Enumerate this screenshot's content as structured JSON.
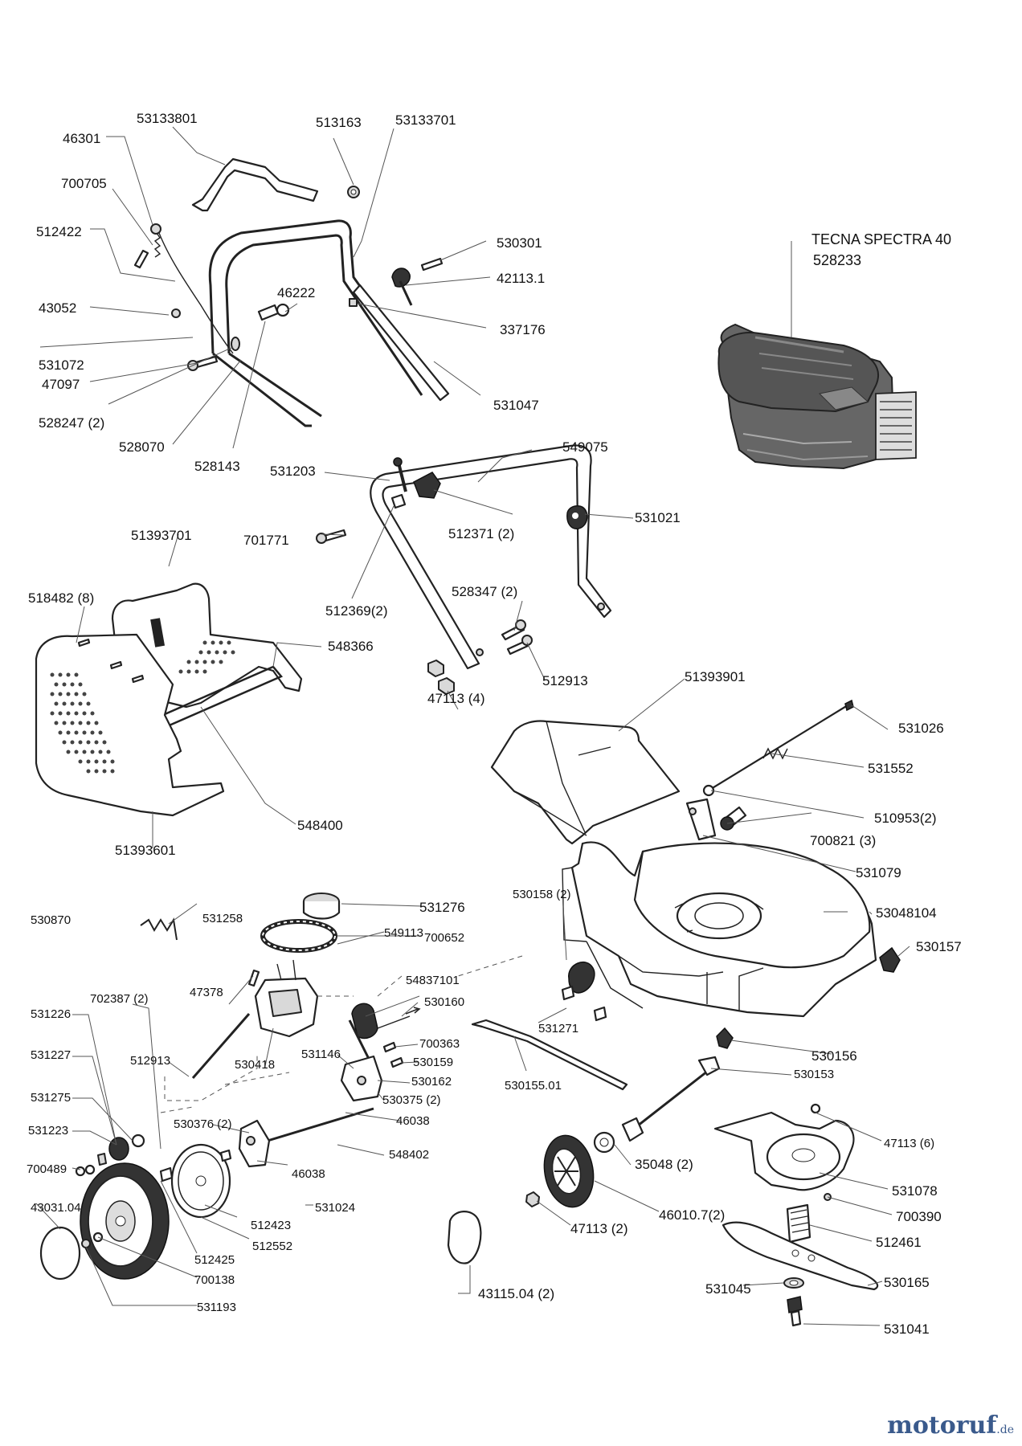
{
  "engine": {
    "model": "TECNA SPECTRA 40",
    "number": "528233"
  },
  "labels": {
    "l53133801": "53133801",
    "l513163": "513163",
    "l53133701": "53133701",
    "l46301": "46301",
    "l700705": "700705",
    "l512422": "512422",
    "l530301": "530301",
    "l42113_1": "42113.1",
    "l46222": "46222",
    "l43052": "43052",
    "l337176": "337176",
    "l531072": "531072",
    "l47097": "47097",
    "l528247": "528247 (2)",
    "l531047": "531047",
    "l528070": "528070",
    "l528143": "528143",
    "l531203": "531203",
    "l549075": "549075",
    "l51393701": "51393701",
    "l701771": "701771",
    "l512371": "512371 (2)",
    "l531021": "531021",
    "l518482": "518482 (8)",
    "l512369": "512369(2)",
    "l528347": "528347 (2)",
    "l548366": "548366",
    "l512913a": "512913",
    "l51393901": "51393901",
    "l47113_4": "47113 (4)",
    "l531026": "531026",
    "l531552": "531552",
    "l548400": "548400",
    "l510953": "510953(2)",
    "l51393601": "51393601",
    "l700821": "700821 (3)",
    "l531079": "531079",
    "l531276": "531276",
    "l530158": "530158 (2)",
    "l530870": "530870",
    "l531258": "531258",
    "l53048104": "53048104",
    "l700652": "700652",
    "l530157": "530157",
    "l549113": "549113",
    "l54837101": "54837101",
    "l702387": "702387 (2)",
    "l47378": "47378",
    "l530160": "530160",
    "l531226": "531226",
    "l531271": "531271",
    "l700363": "700363",
    "l530156": "530156",
    "l531146": "531146",
    "l530159": "530159",
    "l531227": "531227",
    "l512913b": "512913",
    "l530418": "530418",
    "l530162": "530162",
    "l530153": "530153",
    "l530155_01": "530155.01",
    "l531275": "531275",
    "l530375": "530375 (2)",
    "l46038a": "46038",
    "l531223": "531223",
    "l530376": "530376 (2)",
    "l47113_6": "47113 (6)",
    "l548402": "548402",
    "l35048": "35048 (2)",
    "l700489": "700489",
    "l46038b": "46038",
    "l531078": "531078",
    "l43031_04": "43031.04",
    "l531024": "531024",
    "l700390": "700390",
    "l512423": "512423",
    "l47113_2": "47113 (2)",
    "l46010_7": "46010.7(2)",
    "l512461": "512461",
    "l512552": "512552",
    "l512425": "512425",
    "l700138": "700138",
    "l43115_04": "43115.04 (2)",
    "l531045": "531045",
    "l530165": "530165",
    "l531193": "531193",
    "l531041": "531041"
  },
  "brand": {
    "name": "motoruf",
    "tld": ".de"
  },
  "colors": {
    "line": "#222222",
    "engine_body": "#555555",
    "brand": "#3a5a8c"
  }
}
